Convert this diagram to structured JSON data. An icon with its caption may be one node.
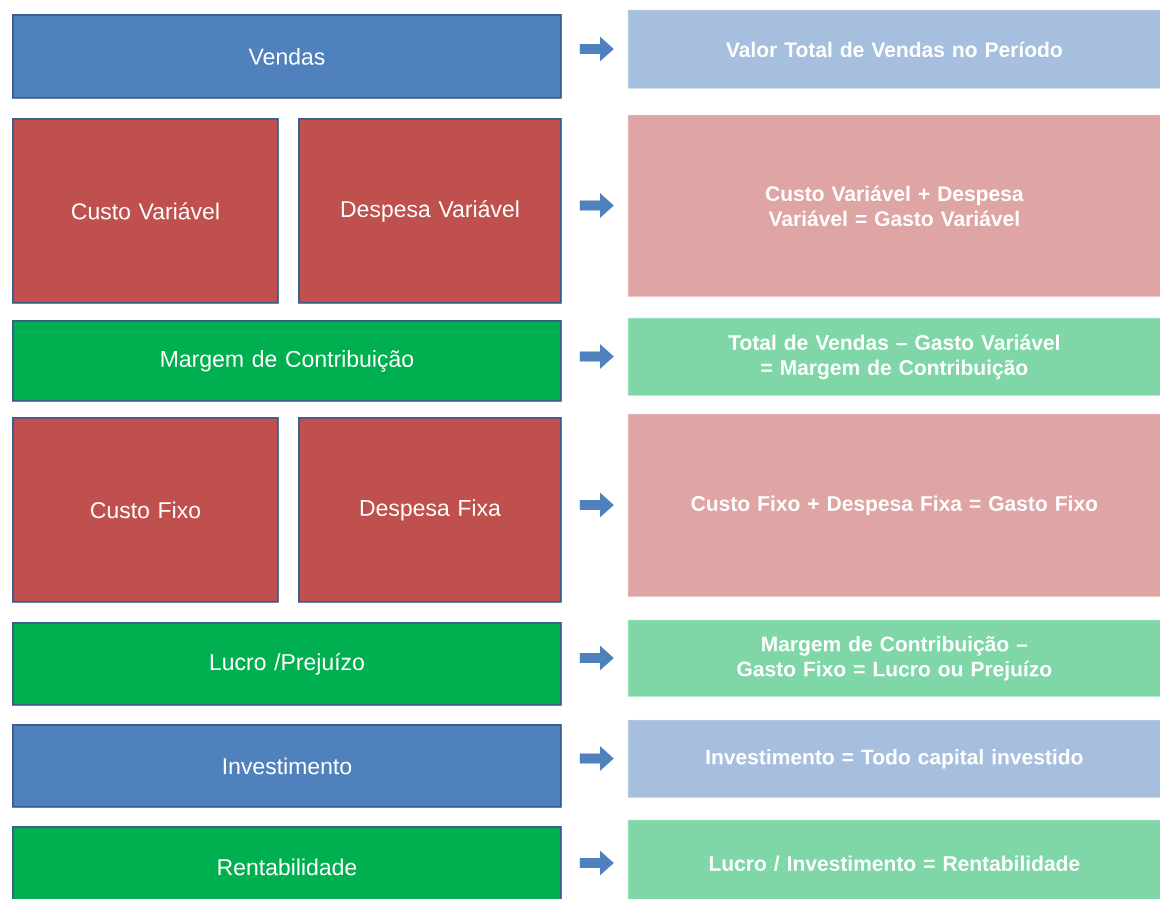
{
  "diagram": {
    "nodes": [
      {
        "text": [
          "Vendas"
        ]
      },
      {
        "text": [
          "Valor Total de Vendas no Período"
        ]
      },
      {
        "text": [
          "Custo Variável"
        ]
      },
      {
        "text": [
          "Despesa Variável"
        ]
      },
      {
        "text": [
          "Custo Variável + Despesa Variável = Gasto Variável"
        ]
      },
      {
        "text": [
          "Margem de Contribuição"
        ]
      },
      {
        "text": [
          "Total de Vendas – Gasto Variável = Margem de Contribuição"
        ]
      },
      {
        "text": [
          "Custo Fixo"
        ]
      },
      {
        "text": [
          "Despesa Fixa"
        ]
      },
      {
        "text": [
          "Custo Fixo + Despesa Fixa = Gasto Fixo"
        ]
      },
      {
        "text": [
          "Lucro /Prejuízo"
        ]
      },
      {
        "text": [
          "Margem de Contribuição – Gasto Fixo = Lucro ou Prejuízo"
        ]
      },
      {
        "text": [
          "Investimento"
        ]
      },
      {
        "text": [
          "Investimento = Todo capital investido"
        ]
      },
      {
        "text": [
          "Rentabilidade"
        ]
      },
      {
        "text": [
          "Lucro / Investimento = Rentabilidade"
        ]
      }
    ],
    "edges": [
      {
        "from": 0,
        "to": 1,
        "arrow": "to"
      },
      {
        "from": 3,
        "to": 4,
        "arrow": "to"
      },
      {
        "from": 5,
        "to": 6,
        "arrow": "to"
      },
      {
        "from": 8,
        "to": 9,
        "arrow": "to"
      },
      {
        "from": 10,
        "to": 11,
        "arrow": "to"
      },
      {
        "from": 12,
        "to": 13,
        "arrow": "to"
      },
      {
        "from": 14,
        "to": 15,
        "arrow": "to"
      }
    ]
  }
}
